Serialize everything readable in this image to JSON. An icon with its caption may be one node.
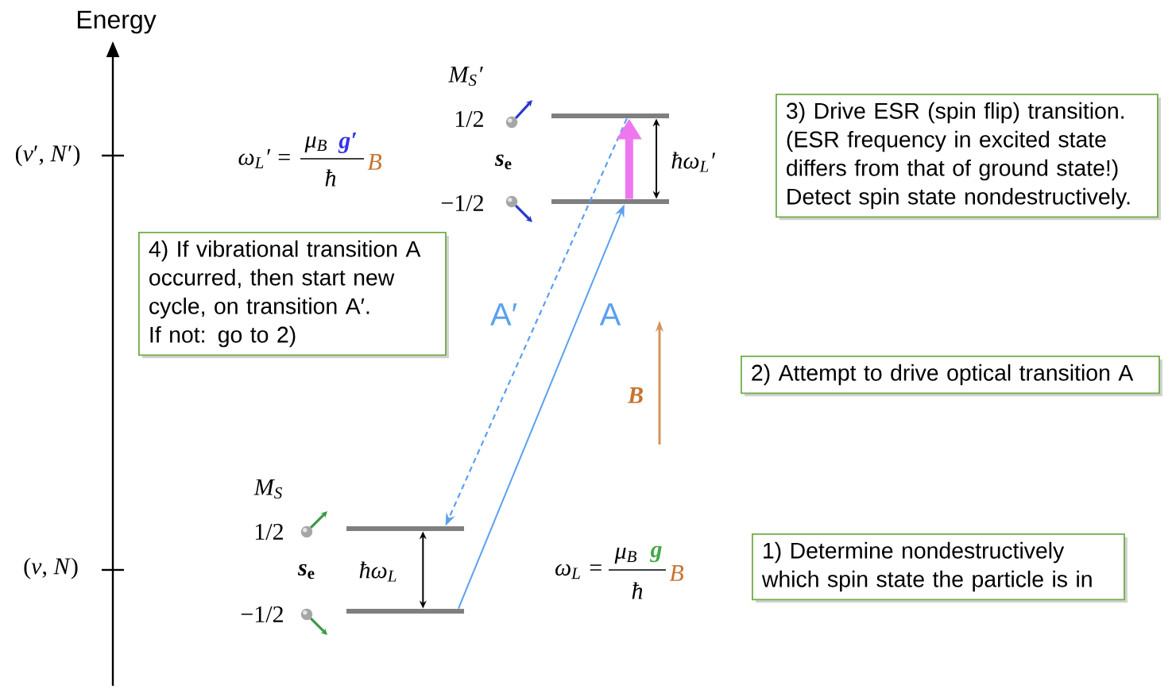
{
  "diagram": {
    "nodes": [
      {
        "text": [],
        "shape": "bar"
      },
      {
        "text": [],
        "shape": "bar"
      },
      {
        "text": [
          "3) Drive ESR (spin flip) transition.",
          "(ESR frequency in excited state differs from that of ground state!)",
          "Detect spin state nondestructively."
        ]
      },
      {
        "text": [
          "4) If vibrational transition A occurred, then start new cycle, on transition A′.",
          "If not: go to 2)"
        ]
      },
      {
        "text": [
          "2) Attempt to drive optical transition A"
        ]
      },
      {
        "text": [],
        "shape": "bar"
      },
      {
        "text": [],
        "shape": "bar"
      },
      {
        "text": [
          "1) Determine nondestructively which spin state the particle is in"
        ]
      }
    ],
    "edges": [
      {
        "from": 6,
        "to": 1,
        "arrow": "to",
        "label": "A"
      },
      {
        "from": 0,
        "to": 5,
        "arrow": "to",
        "style": "dashed",
        "label": "A′"
      },
      {
        "from": 1,
        "to": 0,
        "arrow": "to",
        "style": "thick",
        "color": "#ee77ee"
      },
      {
        "from": 0,
        "to": 1,
        "arrow": "both",
        "label": "ħω$_{L}$′",
        "color": "#000000"
      },
      {
        "from": 5,
        "to": 6,
        "arrow": "both",
        "label": "ħω$_{L}$",
        "color": "#000000"
      }
    ],
    "labels": [
      "Energy",
      "M$_{S}$′",
      "1/2",
      "(*v*′, *N*′)",
      "ω$_{L}$′ =",
      "μ$_{B}$",
      "g′",
      "ħ",
      "B",
      "*s*$_{e}$",
      "−1/2",
      "B",
      "M$_{S}$",
      "1/2",
      "(*v*, *N*)",
      "*s*$_{e}$",
      "ω$_{L}$ =",
      "μ$_{B}$",
      "g",
      "ħ",
      "B",
      "−1/2"
    ]
  }
}
